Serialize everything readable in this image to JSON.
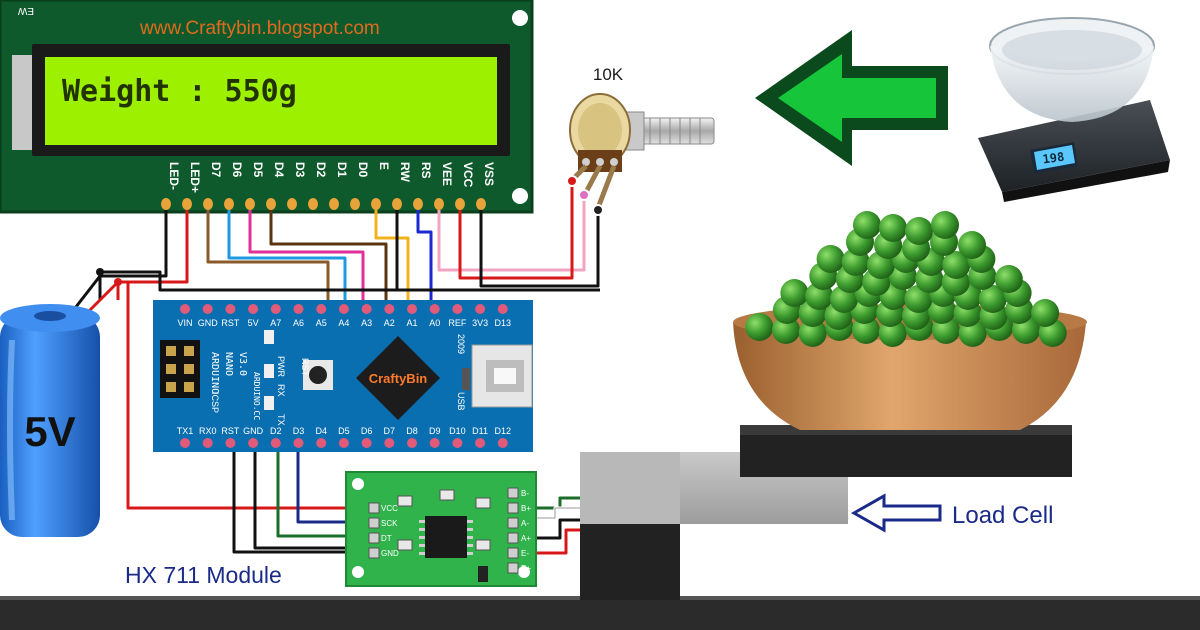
{
  "site_url": "www.Craftybin.blogspot.com",
  "lcd": {
    "corner_mark": "EW",
    "display_text": "Weight : 550g",
    "pins": [
      "LED-",
      "LED+",
      "D7",
      "D6",
      "D5",
      "D4",
      "D3",
      "D2",
      "D1",
      "D0",
      "E",
      "RW",
      "RS",
      "VEE",
      "VCC",
      "VSS"
    ]
  },
  "potentiometer": {
    "label": "10K"
  },
  "scale": {
    "readout": "198"
  },
  "battery": {
    "label": "5V"
  },
  "arduino": {
    "brand": "CraftyBin",
    "board_text": [
      "ARDUINO",
      "NANO",
      "V3.0"
    ],
    "top_pins": [
      "VIN",
      "GND",
      "RST",
      "5V",
      "A7",
      "A6",
      "A5",
      "A4",
      "A3",
      "A2",
      "A1",
      "A0",
      "REF",
      "3V3",
      "D13"
    ],
    "bottom_pins": [
      "TX1",
      "RX0",
      "RST",
      "GND",
      "D2",
      "D3",
      "D4",
      "D5",
      "D6",
      "D7",
      "D8",
      "D9",
      "D10",
      "D11",
      "D12"
    ],
    "labels": {
      "pwr": "PWR",
      "rx": "RX",
      "tx": "TX",
      "rst": "RST",
      "icsp": "ICSP",
      "usb": "USB",
      "year": "2009",
      "cc": "ARDUINO.CC"
    }
  },
  "hx711": {
    "left_pins": [
      "VCC",
      "SCK",
      "DT",
      "GND"
    ],
    "right_pins": [
      "B-",
      "B+",
      "A-",
      "A+",
      "E-",
      "E+"
    ],
    "label": "HX 711 Module"
  },
  "load_cell": {
    "label": "Load Cell"
  },
  "colors": {
    "lcd_board": "#0f5a2c",
    "lcd_screen": "#9cf000",
    "arduino_board": "#0a6fb1",
    "hx_board": "#2fb34a",
    "battery_blue": "#2a7de0",
    "arrow_green": "#16c53a",
    "arrow_dark": "#0a4a1c",
    "peas": "#3c9a2e",
    "bowl": "#c98a52",
    "label_blue": "#1a2a88"
  }
}
